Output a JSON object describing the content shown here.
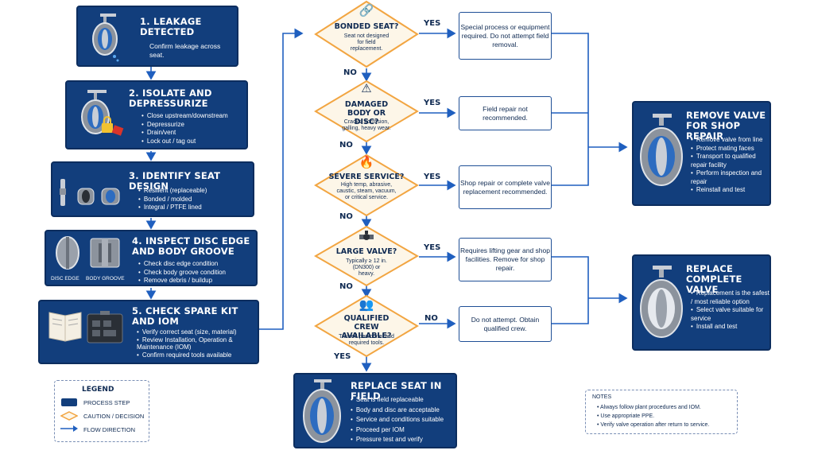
{
  "steps": {
    "s1": {
      "title": "1. LEAKAGE DETECTED",
      "text": "Confirm leakage across seat."
    },
    "s2": {
      "title": "2. ISOLATE AND DEPRESSURIZE",
      "bullets": [
        "Close upstream/downstream",
        "Depressurize",
        "Drain/vent",
        "Lock out / tag out"
      ]
    },
    "s3": {
      "title": "3. IDENTIFY SEAT DESIGN",
      "bullets": [
        "Resilient (replaceable)",
        "Bonded / molded",
        "Integral / PTFE lined"
      ]
    },
    "s4": {
      "title": "4. INSPECT DISC EDGE AND BODY GROOVE",
      "bullets": [
        "Check disc edge condition",
        "Check body groove condition",
        "Remove debris / buildup"
      ],
      "img_labels": [
        "DISC EDGE",
        "BODY GROOVE"
      ]
    },
    "s5": {
      "title": "5. CHECK SPARE KIT AND IOM",
      "bullets": [
        "Verify correct seat (size, material)",
        "Review Installation, Operation & Maintenance (IOM)",
        "Confirm required tools available"
      ]
    }
  },
  "decisions": [
    {
      "title": "BONDED SEAT?",
      "sub": "Seat not designed for field replacement.",
      "icon": "link-icon",
      "yes": "YES",
      "no": "NO"
    },
    {
      "title": "DAMAGED BODY OR DISC?",
      "sub": "Cracks, corrosion, galling, heavy wear.",
      "icon": "warning-icon",
      "yes": "YES",
      "no": "NO"
    },
    {
      "title": "SEVERE SERVICE?",
      "sub": "High temp, abrasive, caustic, steam, vacuum, or critical service.",
      "icon": "flame-icon",
      "yes": "YES",
      "no": "NO"
    },
    {
      "title": "LARGE VALVE?",
      "sub": "Typically ≥ 12 in. (DN300) or heavy.",
      "icon": "valve-icon",
      "yes": "YES",
      "no": "NO"
    },
    {
      "title": "QUALIFIED CREW AVAILABLE?",
      "sub": "Trained personnel and required tools.",
      "icon": "people-icon",
      "yes": "YES",
      "no": "NO"
    }
  ],
  "outcomes": [
    "Special process or equipment required. Do not attempt field removal.",
    "Field repair not recommended.",
    "Shop repair or complete valve replacement recommended.",
    "Requires lifting gear and shop facilities. Remove for shop repair.",
    "Do not attempt. Obtain qualified crew."
  ],
  "results": {
    "shop": {
      "title": "REMOVE VALVE FOR SHOP REPAIR",
      "bullets": [
        "Remove valve from line",
        "Protect mating faces",
        "Transport to qualified repair facility",
        "Perform inspection and repair",
        "Reinstall and test"
      ]
    },
    "replace": {
      "title": "REPLACE COMPLETE VALVE",
      "bullets": [
        "Replacement is the safest / most reliable option",
        "Select valve suitable for service",
        "Install and test"
      ]
    },
    "field": {
      "title": "REPLACE SEAT IN FIELD",
      "bullets": [
        "Seat is field replaceable",
        "Body and disc are acceptable",
        "Service and conditions suitable",
        "Proceed per IOM",
        "Pressure test and verify"
      ]
    }
  },
  "legend": {
    "title": "LEGEND",
    "items": [
      "PROCESS STEP",
      "CAUTION / DECISION",
      "FLOW DIRECTION"
    ]
  },
  "notes": {
    "title": "NOTES",
    "items": [
      "Always follow plant procedures and IOM.",
      "Use appropriate PPE.",
      "Verify valve operation after return to service."
    ]
  },
  "colors": {
    "step_fill": "#123e7c",
    "decision_fill": "#fdf6e8",
    "decision_stroke": "#f2a541",
    "flow": "#1f5fbf"
  }
}
